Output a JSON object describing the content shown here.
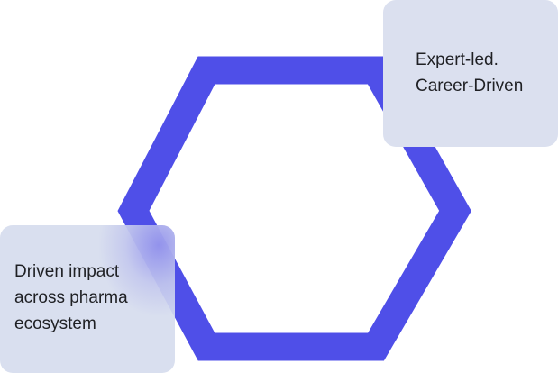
{
  "colors": {
    "hexagon_stroke": "#4f4fe8",
    "card_background": "#dbe0ef",
    "text": "#1f2024"
  },
  "cards": {
    "top_right": {
      "lines": [
        "Expert-led.",
        "Career-Driven"
      ]
    },
    "bottom_left": {
      "lines": [
        "Driven impact",
        "across pharma",
        "ecosystem"
      ]
    }
  }
}
